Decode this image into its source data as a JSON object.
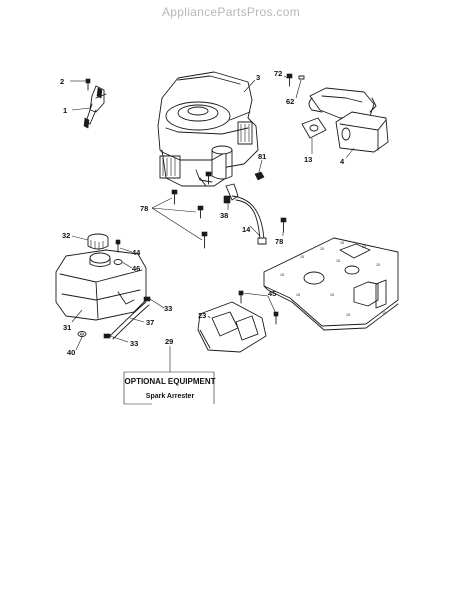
{
  "watermark": "AppliancePartsPros.com",
  "callouts": [
    "2",
    "1",
    "3",
    "72",
    "62",
    "13",
    "4",
    "81",
    "78",
    "38",
    "14",
    "78",
    "32",
    "44",
    "46",
    "45",
    "33",
    "23",
    "31",
    "37",
    "40",
    "33",
    "29"
  ],
  "optional_box": {
    "title": "OPTIONAL EQUIPMENT",
    "item": "Spark Arrester"
  }
}
